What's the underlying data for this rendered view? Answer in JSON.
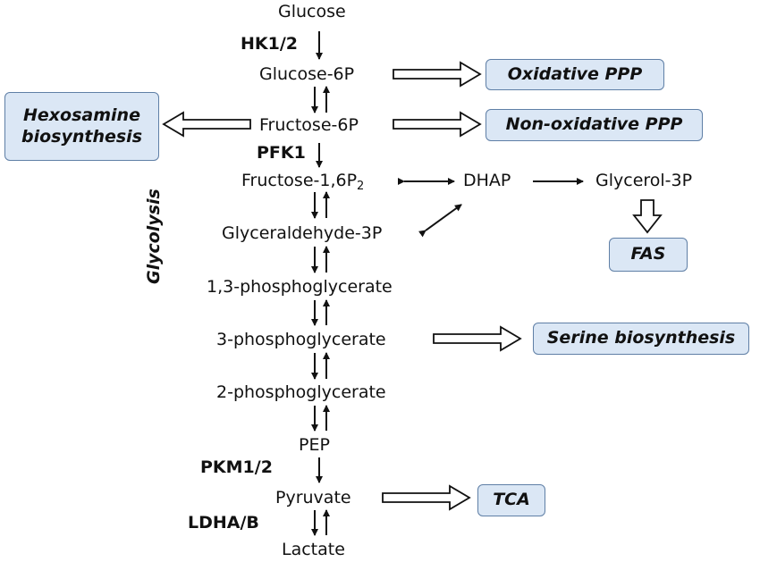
{
  "metabolites": {
    "glucose": "Glucose",
    "g6p": "Glucose-6P",
    "f6p": "Fructose-6P",
    "f16p_main": "Fructose-1,6P",
    "f16p_sub": "2",
    "dhap": "DHAP",
    "glycerol3p": "Glycerol-3P",
    "gap": "Glyceraldehyde-3P",
    "bpg13": "1,3-phosphoglycerate",
    "pg3": "3-phosphoglycerate",
    "pg2": "2-phosphoglycerate",
    "pep": "PEP",
    "pyruvate": "Pyruvate",
    "lactate": "Lactate"
  },
  "enzymes": {
    "hk": "HK1/2",
    "pfk": "PFK1",
    "pkm": "PKM1/2",
    "ldha": "LDHA/B"
  },
  "pathways": {
    "oxidative_ppp": "Oxidative PPP",
    "hexosamine_line1": "Hexosamine",
    "hexosamine_line2": "biosynthesis",
    "non_oxidative_ppp": "Non-oxidative PPP",
    "fas": "FAS",
    "serine": "Serine biosynthesis",
    "tca": "TCA"
  },
  "glycolysis_label": "Glycolysis",
  "colors": {
    "box_fill": "#dbe7f5",
    "box_border": "#5f7fa6",
    "arrow": "#111111"
  }
}
